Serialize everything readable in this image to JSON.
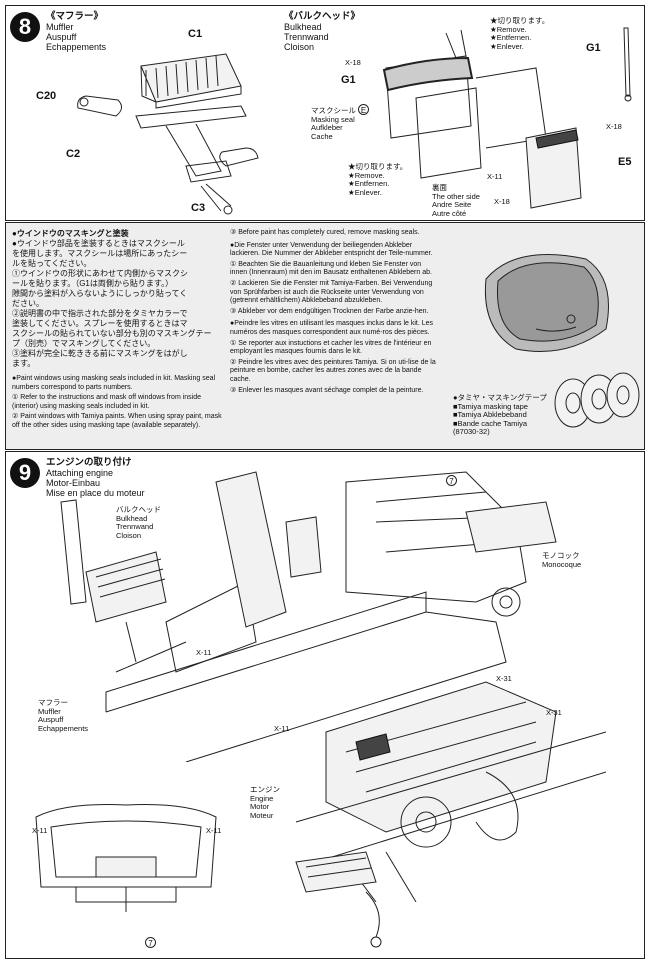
{
  "step8": {
    "number": "8",
    "muffler": {
      "jp": "《マフラー》",
      "en": "Muffler",
      "de": "Auspuff",
      "fr": "Echappements"
    },
    "bulkhead": {
      "jp": "《バルクヘッド》",
      "en": "Bulkhead",
      "de": "Trennwand",
      "fr": "Cloison"
    },
    "parts": {
      "c1": "C1",
      "c20": "C20",
      "c2": "C2",
      "c3": "C3",
      "g1_left": "G1",
      "g1_right": "G1",
      "e5": "E5"
    },
    "xtags": {
      "x18a": "X-18",
      "x18b": "X-18",
      "x11": "X-11",
      "x18c": "X-18"
    },
    "cut_top": {
      "jp": "★切り取ります。",
      "en": "★Remove.",
      "de": "★Entfernen.",
      "fr": "★Enlever."
    },
    "cut_bottom": {
      "jp": "★切り取ります。",
      "en": "★Remove.",
      "de": "★Entfernen.",
      "fr": "★Enlever."
    },
    "masking_seal": {
      "jp": "マスクシール",
      "marker": "E",
      "en": "Masking seal",
      "de": "Aufkleber",
      "fr": "Cache"
    },
    "other_side": {
      "jp": "裏面",
      "en": "The other side",
      "de": "Andre Seite",
      "fr": "Autre côté"
    }
  },
  "masking": {
    "heading": "●ウインドウのマスキングと塗装",
    "jp_lines": [
      "●ウインドウ部品を塗装するときはマスクシール",
      "を使用します。マスクシールは場所にあったシー",
      "ルを貼ってください。",
      "①ウインドウの形状にあわせて内側からマスクシ",
      "ールを貼ります。（G1は両側から貼ります。）",
      "隙間から塗料が入らないようにしっかり貼ってく",
      "ださい。",
      "②説明書の中で指示された部分をタミヤカラーで",
      "塗装してください。スプレーを使用するときはマ",
      "スクシールの貼られていない部分も別のマスキングテー",
      "プ（別売）でマスキングしてください。",
      "③塗料が完全に乾ききる前にマスキングをはがし",
      "ます。"
    ],
    "en": [
      "●Paint windows using masking seals included in kit. Masking seal numbers correspond to parts numbers.",
      "① Refer to the instructions and mask off windows from inside (interior) using masking seals included in kit.",
      "② Paint windows with Tamiya paints. When using spray paint, mask off the other sides using masking tape (available separately)."
    ],
    "en3": "③ Before paint has completely cured, remove masking seals.",
    "de": [
      "●Die Fenster unter Verwendung der beiliegenden Abkleber lackieren. Die Nummer der Abkleber entspricht der Teile-nummer.",
      "① Beachten Sie die Bauanleitung und kleben Sie Fenster von innen (Innenraum) mit den im Bausatz enthaltenen Abklebern ab.",
      "② Lackieren Sie die Fenster mit Tamiya-Farben. Bei Verwendung von Sprühfarben ist auch die Rückseite unter Verwendung von (getrennt erhältlichem) Abklebeband abzukleben.",
      "③ Abkleber vor dem endgültigen Trocknen der Farbe anzie-hen."
    ],
    "fr": [
      "●Peindre les vitres en utilisant les masques inclus dans le kit. Les numéros des masques correspondent aux numé-ros des pièces.",
      "① Se reporter aux instuctions et cacher les vitres de l'intérieur en employant les masques fournis dans le kit.",
      "② Peindre les vitres avec des peintures Tamiya. Si on uti-lise de la peinture en bombe, cacher les autres zones avec de la bande cache.",
      "③ Enlever les masques avant séchage complet de la peinture."
    ],
    "tape": {
      "jp": "●タミヤ・マスキングテープ",
      "en": "■Tamiya masking tape",
      "de": "■Tamiya Abklebeband",
      "fr": "■Bande cache Tamiya",
      "code": "(87030-32)"
    }
  },
  "step9": {
    "number": "9",
    "title": {
      "jp": "エンジンの取り付け",
      "en": "Attaching engine",
      "de": "Motor-Einbau",
      "fr": "Mise en place du moteur"
    },
    "bulkhead": {
      "jp": "バルクヘッド",
      "en": "Bulkhead",
      "de": "Trennwand",
      "fr": "Cloison"
    },
    "monocoque": {
      "jp": "モノコック",
      "en": "Monocoque"
    },
    "muffler": {
      "jp": "マフラー",
      "en": "Muffler",
      "de": "Auspuff",
      "fr": "Echappements"
    },
    "engine": {
      "jp": "エンジン",
      "en": "Engine",
      "de": "Motor",
      "fr": "Moteur"
    },
    "marker7a": "7",
    "marker7b": "7",
    "xtags": {
      "x11a": "X-11",
      "x11b": "X-11",
      "x31a": "X-31",
      "x31b": "X-31",
      "x11c": "X-11",
      "x11d": "X-11"
    }
  }
}
